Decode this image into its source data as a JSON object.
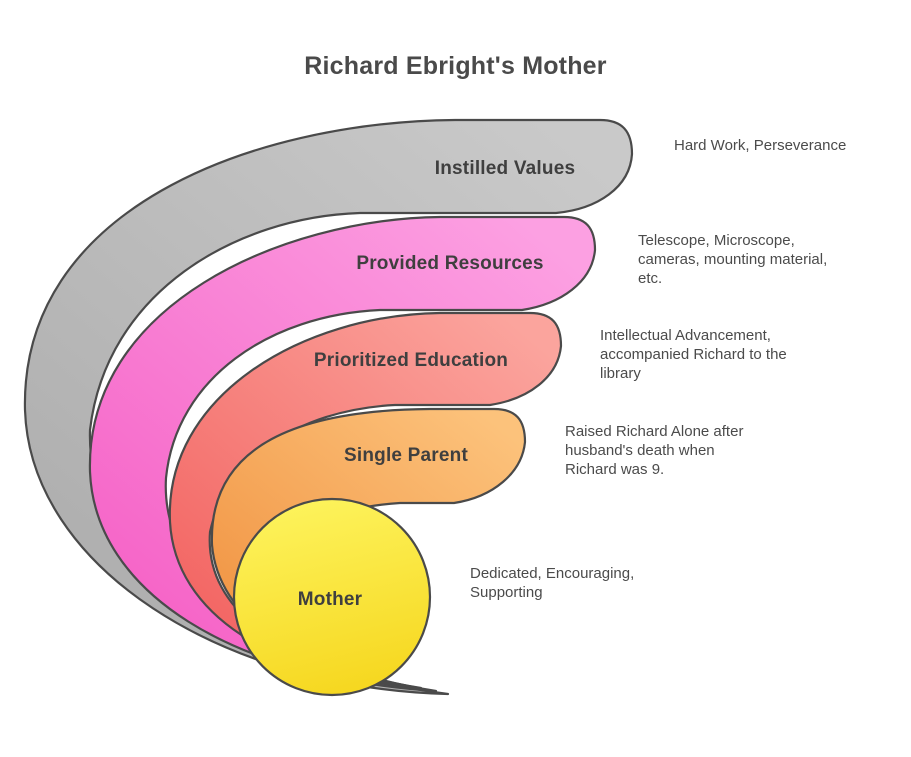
{
  "title": "Richard Ebright's Mother",
  "colors": {
    "background": "#FFFFFF",
    "outline": "#4A4A4A",
    "title_text": "#4A4A4A",
    "label_text": "#3F3F3F",
    "annotation_text": "#4B4B4B"
  },
  "layers": [
    {
      "id": "instilled-values",
      "label": "Instilled Values",
      "annotation": "Hard Work, Perseverance",
      "color_light": "#C9C9C9",
      "color_dark": "#ACACAC"
    },
    {
      "id": "provided-resources",
      "label": "Provided Resources",
      "annotation": "Telescope, Microscope,\ncameras, mounting material,\netc.",
      "color_light": "#FCA0E2",
      "color_dark": "#F55FC5"
    },
    {
      "id": "prioritized-education",
      "label": "Prioritized Education",
      "annotation": "Intellectual Advancement,\naccompanied Richard to the\nlibrary",
      "color_light": "#FBA49D",
      "color_dark": "#F2615F"
    },
    {
      "id": "single-parent",
      "label": "Single Parent",
      "annotation": "Raised Richard Alone after\nhusband's death when\nRichard was 9.",
      "color_light": "#FCC27B",
      "color_dark": "#F0913F"
    },
    {
      "id": "mother",
      "label": "Mother",
      "annotation": "Dedicated, Encouraging,\nSupporting",
      "color_light": "#FDF35C",
      "color_dark": "#F6D71F"
    }
  ]
}
